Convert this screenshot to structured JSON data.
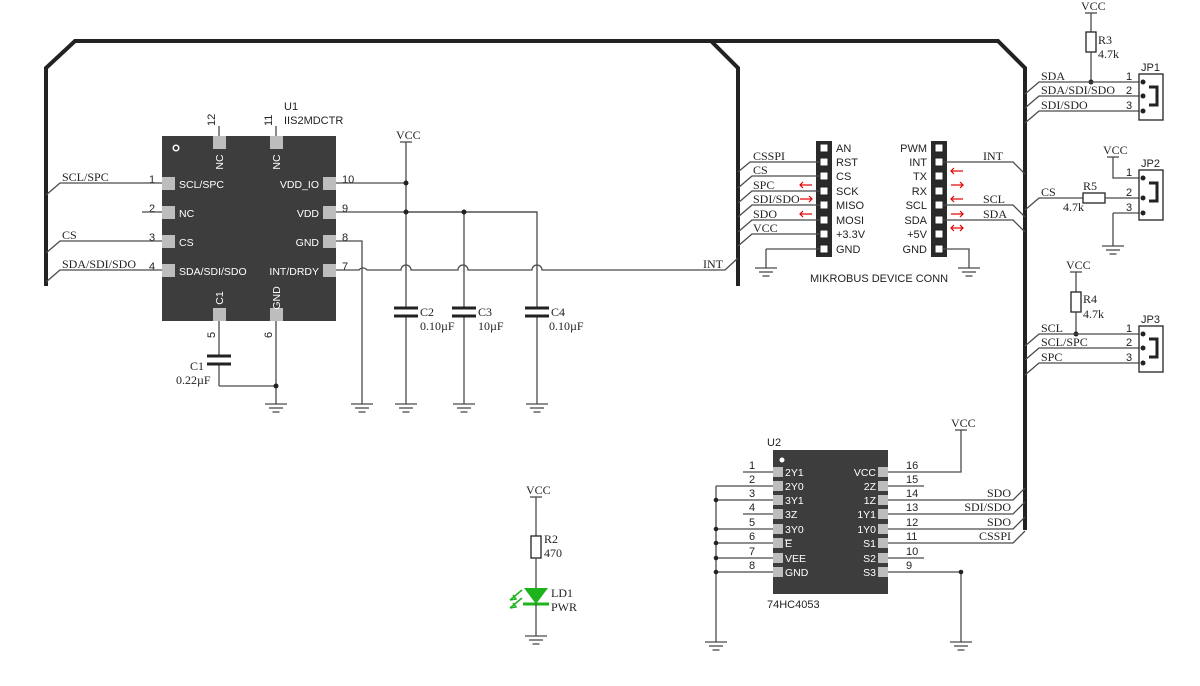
{
  "u1": {
    "ref": "U1",
    "part": "IIS2MDCTR",
    "left_pins": [
      {
        "num": "1",
        "label": "SCL/SPC",
        "net": "SCL/SPC"
      },
      {
        "num": "2",
        "label": "NC",
        "net": ""
      },
      {
        "num": "3",
        "label": "CS",
        "net": "CS"
      },
      {
        "num": "4",
        "label": "SDA/SDI/SDO",
        "net": "SDA/SDI/SDO"
      }
    ],
    "right_pins": [
      {
        "num": "10",
        "label": "VDD_IO"
      },
      {
        "num": "9",
        "label": "VDD"
      },
      {
        "num": "8",
        "label": "GND"
      },
      {
        "num": "7",
        "label": "INT/DRDY"
      }
    ],
    "top_pins": [
      {
        "num": "12",
        "label": "NC"
      },
      {
        "num": "11",
        "label": "NC"
      }
    ],
    "bottom_pins": [
      {
        "num": "5",
        "label": "C1"
      },
      {
        "num": "6",
        "label": "GND"
      }
    ]
  },
  "caps": [
    {
      "ref": "C1",
      "value": "0.22µF"
    },
    {
      "ref": "C2",
      "value": "0.10µF"
    },
    {
      "ref": "C3",
      "value": "10µF"
    },
    {
      "ref": "C4",
      "value": "0.10µF"
    }
  ],
  "vcc_label": "VCC",
  "int_net": "INT",
  "mikrobus": {
    "title": "MIKROBUS DEVICE CONN",
    "left_labels": [
      "AN",
      "RST",
      "CS",
      "SCK",
      "MISO",
      "MOSI",
      "+3.3V",
      "GND"
    ],
    "right_labels": [
      "PWM",
      "INT",
      "TX",
      "RX",
      "SCL",
      "SDA",
      "+5V",
      "GND"
    ],
    "left_nets": [
      "CSSPI",
      "CS",
      "SPC",
      "SDI/SDO",
      "SDO",
      "VCC"
    ],
    "right_nets": [
      "INT",
      "SCL",
      "SDA"
    ]
  },
  "jp1": {
    "ref": "JP1",
    "pins": [
      "1",
      "2",
      "3"
    ],
    "nets": [
      "SDA",
      "SDA/SDI/SDO",
      "SDI/SDO"
    ]
  },
  "jp2": {
    "ref": "JP2",
    "pins": [
      "1",
      "2",
      "3"
    ],
    "net": "CS"
  },
  "jp3": {
    "ref": "JP3",
    "pins": [
      "1",
      "2",
      "3"
    ],
    "nets": [
      "SCL",
      "SCL/SPC",
      "SPC"
    ]
  },
  "resistors": [
    {
      "ref": "R3",
      "value": "4.7k"
    },
    {
      "ref": "R5",
      "value": "4.7k"
    },
    {
      "ref": "R4",
      "value": "4.7k"
    },
    {
      "ref": "R2",
      "value": "470"
    }
  ],
  "led": {
    "ref": "LD1",
    "label": "PWR",
    "color": "#1db31d"
  },
  "u2": {
    "ref": "U2",
    "part": "74HC4053",
    "left_pins": [
      {
        "num": "1",
        "label": "2Y1"
      },
      {
        "num": "2",
        "label": "2Y0"
      },
      {
        "num": "3",
        "label": "3Y1"
      },
      {
        "num": "4",
        "label": "3Z"
      },
      {
        "num": "5",
        "label": "3Y0"
      },
      {
        "num": "6",
        "label": "E"
      },
      {
        "num": "7",
        "label": "VEE"
      },
      {
        "num": "8",
        "label": "GND"
      }
    ],
    "right_pins": [
      {
        "num": "16",
        "label": "VCC"
      },
      {
        "num": "15",
        "label": "2Z"
      },
      {
        "num": "14",
        "label": "1Z"
      },
      {
        "num": "13",
        "label": "1Y1"
      },
      {
        "num": "12",
        "label": "1Y0"
      },
      {
        "num": "11",
        "label": "S1"
      },
      {
        "num": "10",
        "label": "S2"
      },
      {
        "num": "9",
        "label": "S3"
      }
    ],
    "right_nets": [
      "SDO",
      "SDI/SDO",
      "SDO",
      "CSSPI"
    ]
  }
}
